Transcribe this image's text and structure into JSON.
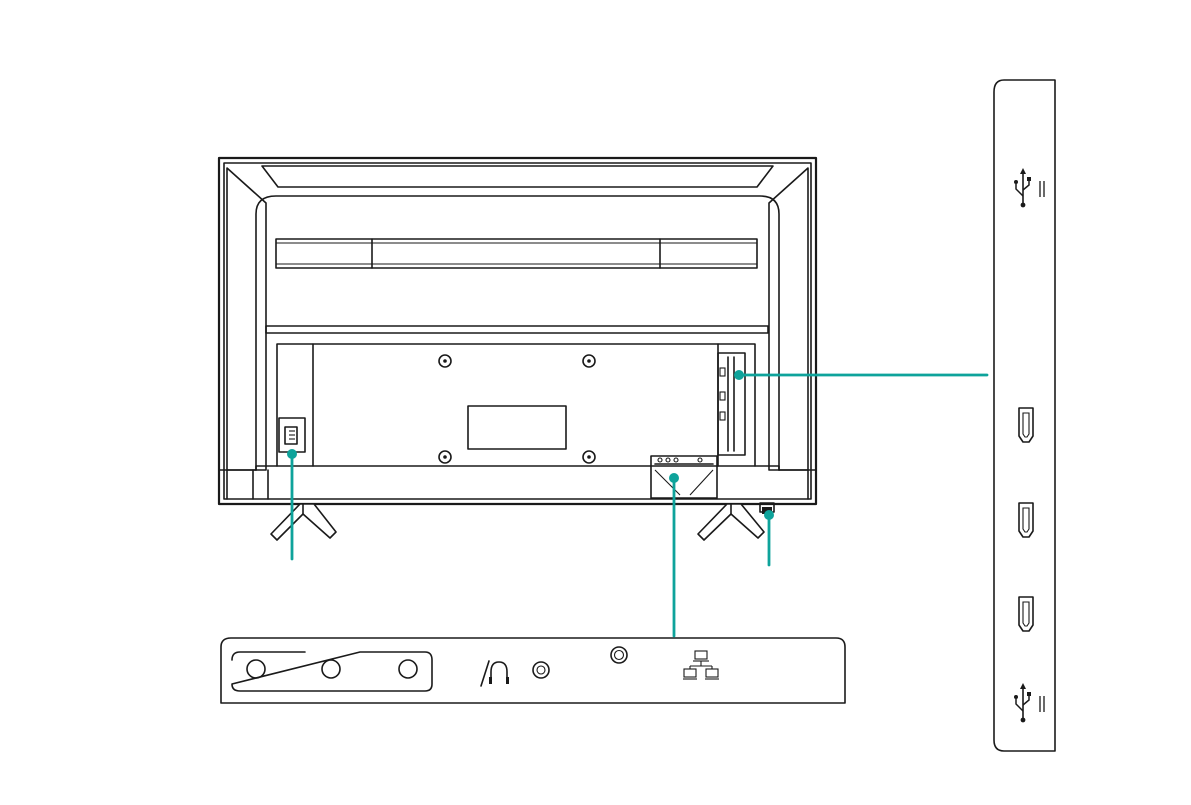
{
  "diagram": {
    "accent_color": "#0ea39b",
    "line_color": "#1a1a1a",
    "tv_back": {
      "vesa_screws": 4,
      "stands": 2
    },
    "side_panel": {
      "ports": [
        {
          "name": "usb-icon"
        },
        {
          "name": "hdmi-port-icon"
        },
        {
          "name": "hdmi-port-icon"
        },
        {
          "name": "hdmi-port-icon"
        },
        {
          "name": "usb-icon"
        }
      ]
    },
    "bottom_panel": {
      "ports": [
        {
          "name": "av-in-jack"
        },
        {
          "name": "av-in-jack"
        },
        {
          "name": "av-in-jack"
        },
        {
          "name": "headphone-icon"
        },
        {
          "name": "headphone-jack"
        },
        {
          "name": "antenna-jack"
        },
        {
          "name": "lan-network-icon"
        }
      ]
    },
    "callouts": [
      {
        "name": "callout-power-port"
      },
      {
        "name": "callout-side-panel"
      },
      {
        "name": "callout-bottom-panel"
      },
      {
        "name": "callout-right-stand"
      }
    ]
  }
}
